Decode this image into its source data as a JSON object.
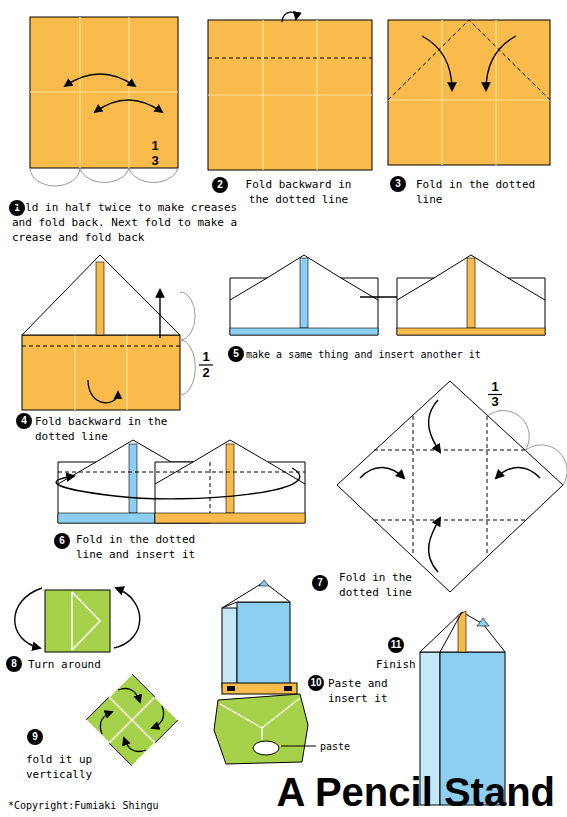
{
  "diagram": {
    "title": "A Pencil Stand",
    "labels": [
      "1",
      "1",
      "3",
      "Fold in half twice to make creases and fold back. Next fold to make a crease and fold back",
      "2",
      "Fold backward in the dotted line",
      "3",
      "Fold in the dotted line",
      "4",
      "Fold backward in the dotted line",
      "1",
      "2",
      "5",
      "make a same thing and insert another it",
      "6",
      "Fold in the dotted line and insert it",
      "7",
      "1",
      "3",
      "Fold in the dotted line",
      "8",
      "Turn around",
      "9",
      "fold it up vertically",
      "10",
      "Paste and insert it",
      "paste",
      "11",
      "Finish",
      "*Copyright:Fumiaki Shingu"
    ]
  }
}
